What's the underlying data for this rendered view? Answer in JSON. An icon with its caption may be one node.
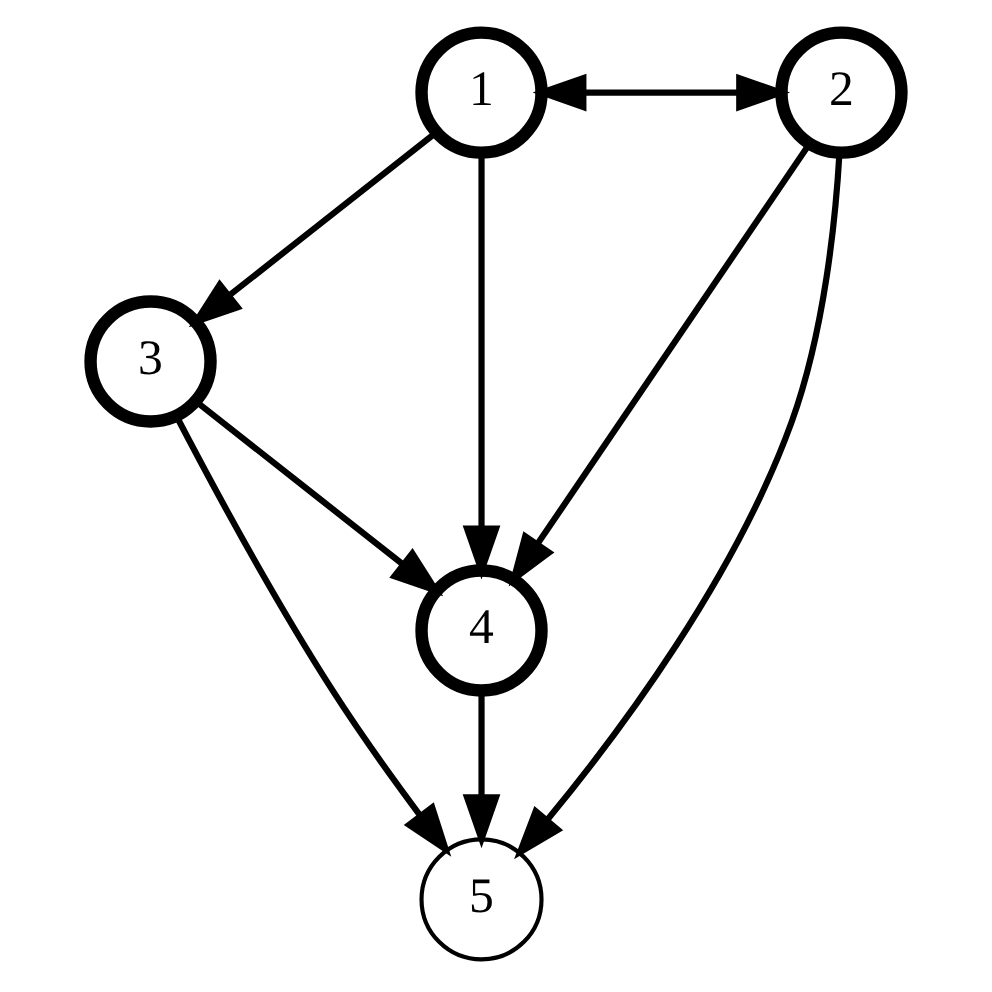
{
  "diagram": {
    "nodes": [
      {
        "text": [
          "1"
        ]
      },
      {
        "text": [
          "2"
        ]
      },
      {
        "text": [
          "3"
        ]
      },
      {
        "text": [
          "4"
        ]
      },
      {
        "text": [
          "5"
        ]
      }
    ],
    "edges": [
      {
        "from": 0,
        "to": 1,
        "arrow": "both"
      },
      {
        "from": 0,
        "to": 3,
        "arrow": "to"
      },
      {
        "from": 0,
        "to": 2,
        "arrow": "to"
      },
      {
        "from": 1,
        "to": 3,
        "arrow": "to"
      },
      {
        "from": 1,
        "to": 4,
        "arrow": "to"
      },
      {
        "from": 2,
        "to": 3,
        "arrow": "to"
      },
      {
        "from": 2,
        "to": 4,
        "arrow": "to"
      },
      {
        "from": 3,
        "to": 4,
        "arrow": "to"
      }
    ]
  }
}
